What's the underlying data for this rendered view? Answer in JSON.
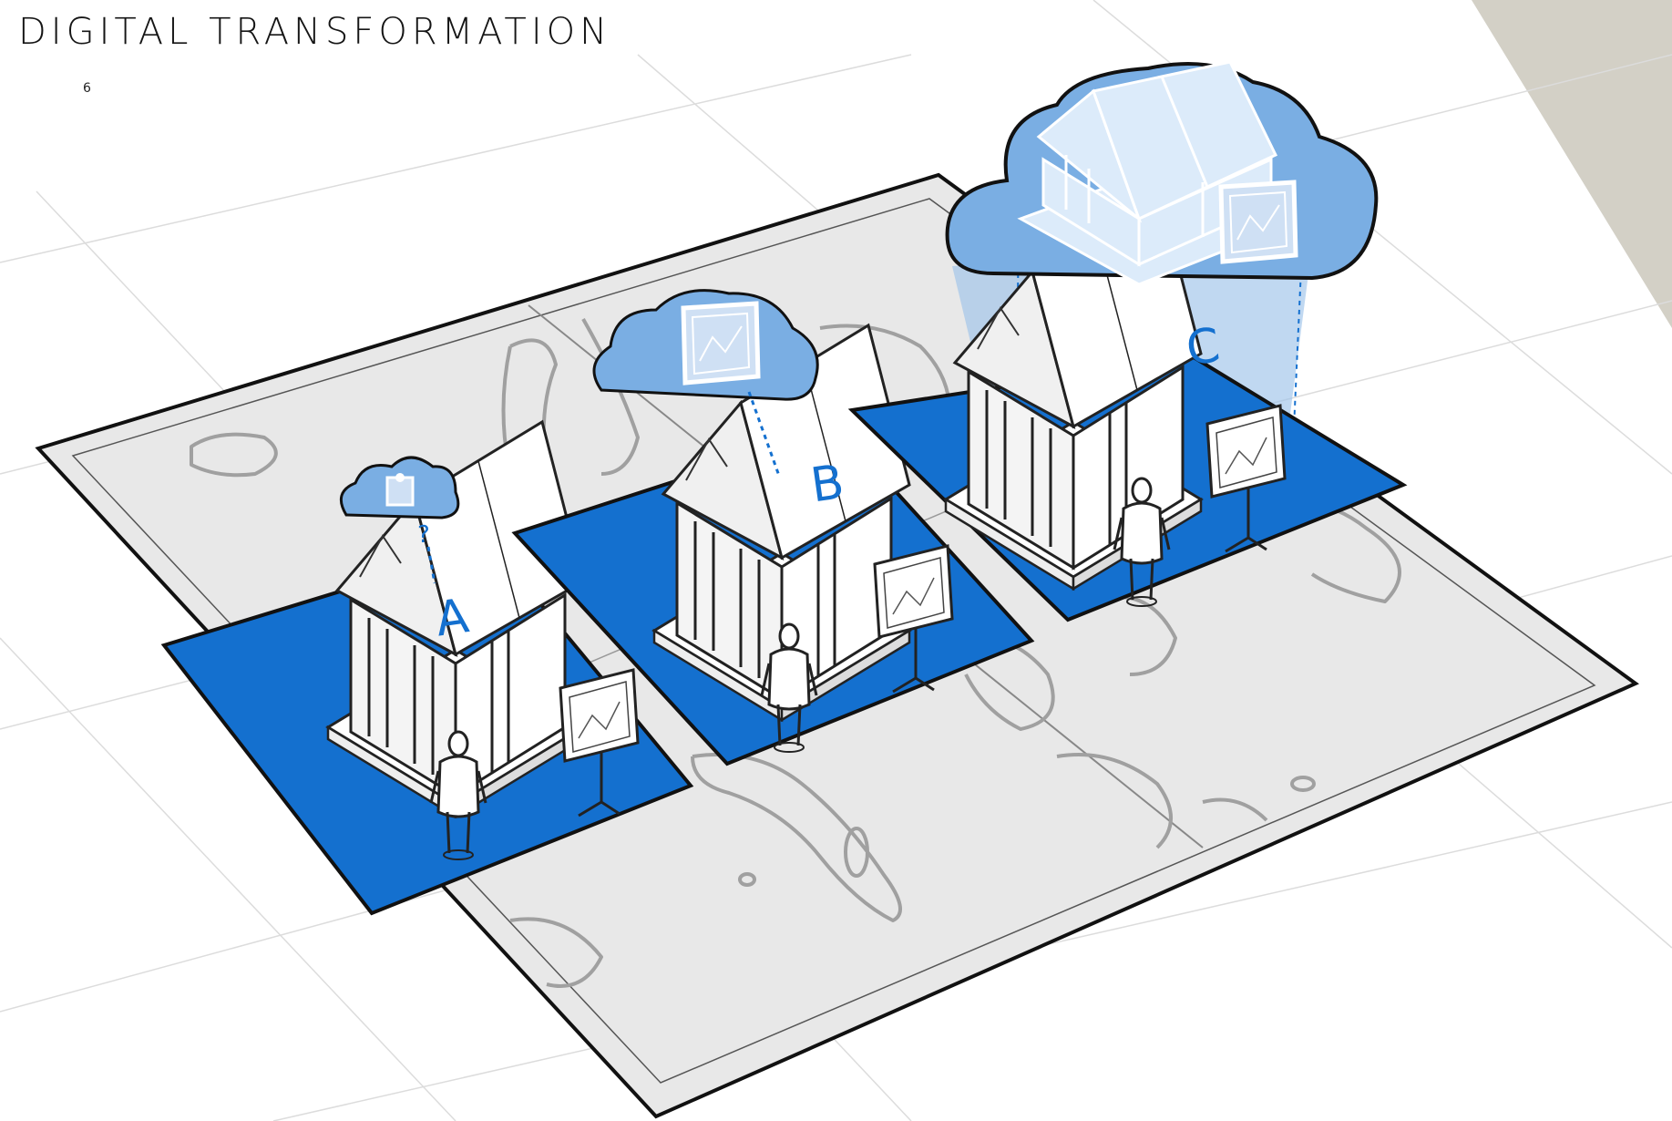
{
  "title": "DIGITAL TRANSFORMATION",
  "page_number": "6",
  "institutions": [
    {
      "label": "A",
      "cloud": "small cloud with puzzle piece",
      "question_mark": "?"
    },
    {
      "label": "B",
      "cloud": "cloud with artwork"
    },
    {
      "label": "C",
      "cloud": "large cloud with whole museum"
    }
  ],
  "icons": [
    "museum-building-icon",
    "cloud-icon",
    "artwork-easel-icon",
    "person-icon",
    "puzzle-piece-icon",
    "map-of-europe"
  ],
  "colors": {
    "accent_blue": "#1470cf",
    "cloud_blue": "#7aaee3",
    "map_fill": "#e8e8e8",
    "background_gray": "#d3d0c6"
  }
}
